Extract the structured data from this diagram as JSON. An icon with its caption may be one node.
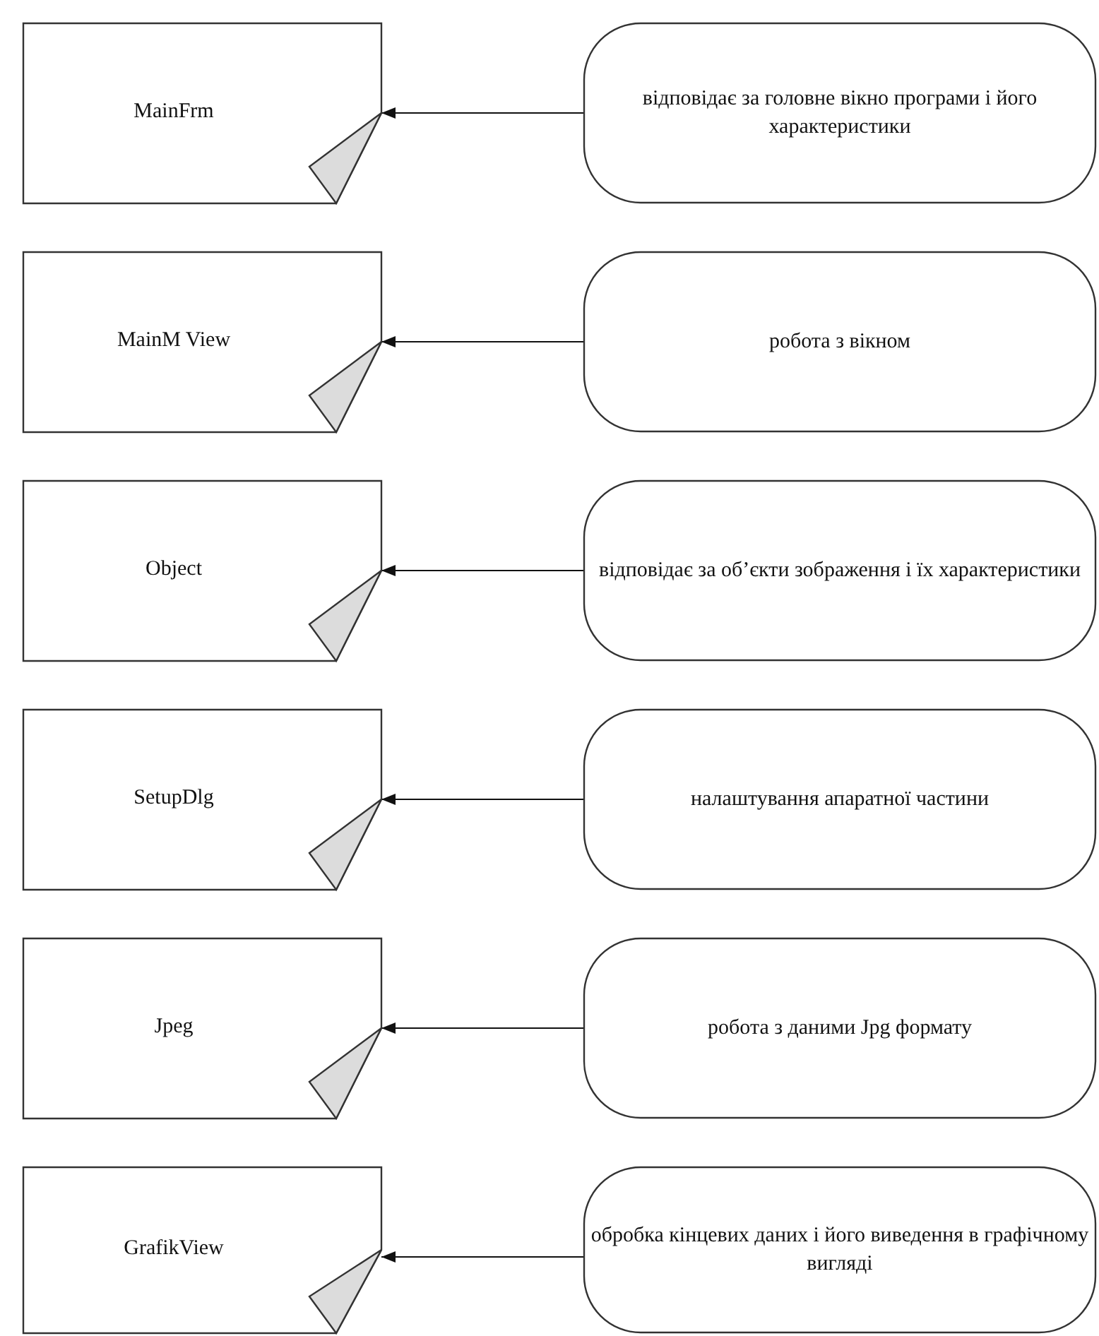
{
  "diagram": {
    "nodes": [
      {
        "text": [
          "MainFrm"
        ]
      },
      {
        "text": [
          "відповідає за головне вікно програми і його характеристики"
        ]
      },
      {
        "text": [
          "MainM View"
        ]
      },
      {
        "text": [
          "робота з вікном"
        ]
      },
      {
        "text": [
          "Object"
        ]
      },
      {
        "text": [
          "відповідає за об’єкти зображення і їх характеристики"
        ]
      },
      {
        "text": [
          "SetupDlg"
        ]
      },
      {
        "text": [
          "налаштування апаратної частини"
        ]
      },
      {
        "text": [
          "Jpeg"
        ]
      },
      {
        "text": [
          "робота з даними Jpg формату"
        ]
      },
      {
        "text": [
          "GrafikView"
        ]
      },
      {
        "text": [
          "обробка кінцевих даних і його виведення в графічному вигляді"
        ]
      }
    ],
    "edges": [
      {
        "from": 1,
        "to": 0,
        "arrow": "to"
      },
      {
        "from": 3,
        "to": 2,
        "arrow": "to"
      },
      {
        "from": 5,
        "to": 4,
        "arrow": "to"
      },
      {
        "from": 7,
        "to": 6,
        "arrow": "to"
      },
      {
        "from": 9,
        "to": 8,
        "arrow": "to"
      },
      {
        "from": 11,
        "to": 10,
        "arrow": "to"
      }
    ]
  }
}
